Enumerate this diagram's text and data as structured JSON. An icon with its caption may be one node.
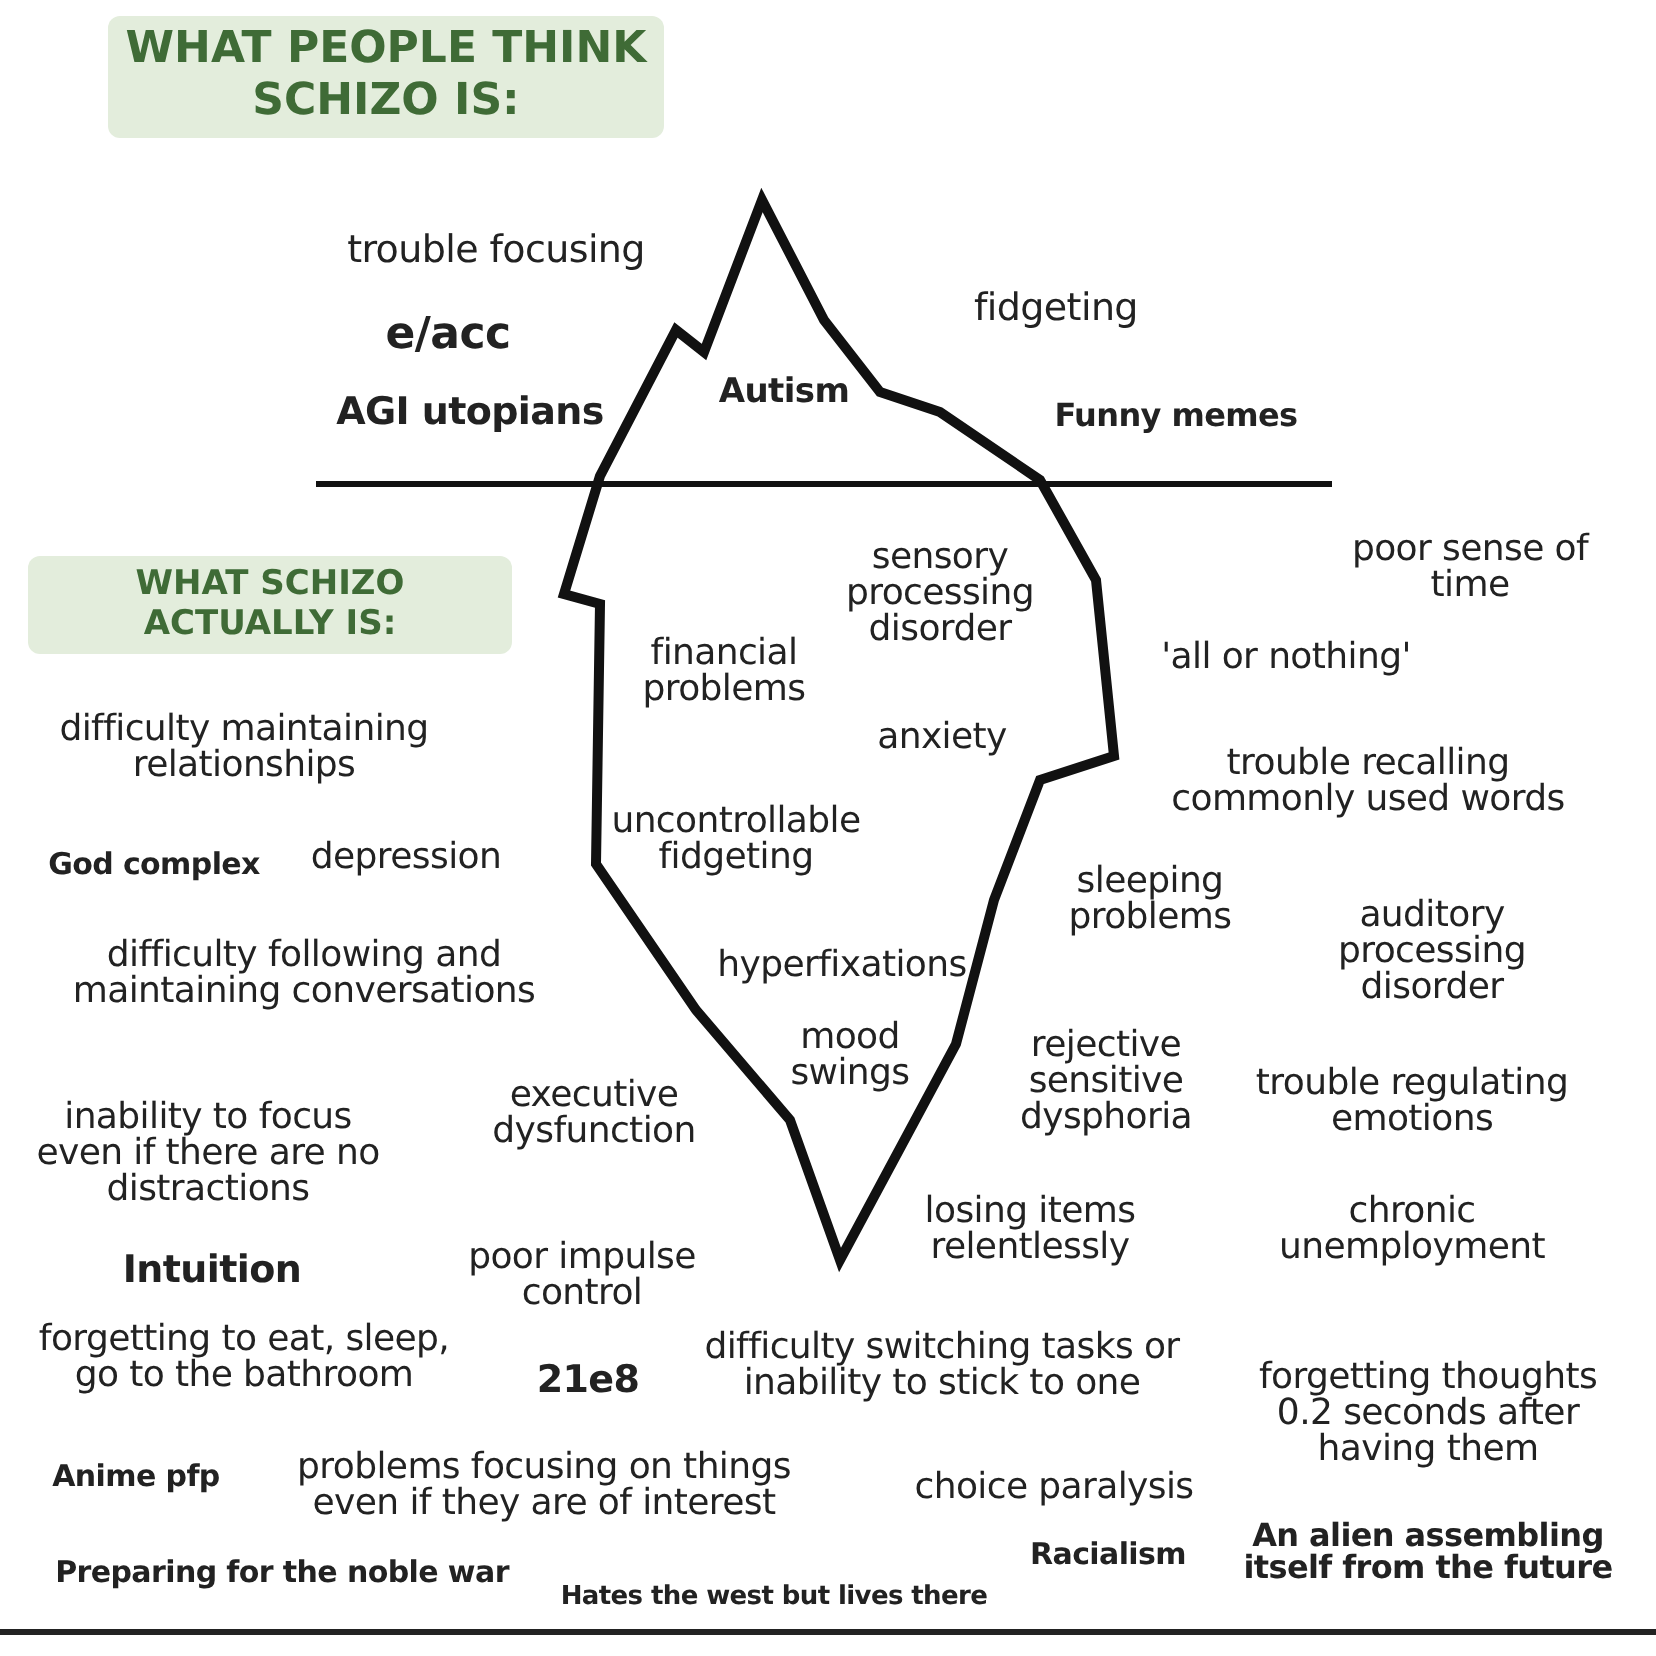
{
  "diagram": {
    "labels": [
      "WHAT PEOPLE THINK SCHIZO IS:",
      "trouble focusing",
      "fidgeting",
      "e/acc",
      "Autism",
      "AGI utopians",
      "Funny memes",
      "WHAT SCHIZO ACTUALLY IS:",
      "sensory processing disorder",
      "poor sense of time",
      "financial problems",
      "'all or nothing'",
      "difficulty maintaining relationships",
      "anxiety",
      "trouble recalling commonly used words",
      "uncontrollable fidgeting",
      "God complex",
      "depression",
      "difficulty following and maintaining conversations",
      "hyperfixations",
      "sleeping problems",
      "auditory processing disorder",
      "mood swings",
      "rejective sensitive dysphoria",
      "executive dysfunction",
      "trouble regulating emotions",
      "inability to focus even if there are no distractions",
      "losing items relentlessly",
      "chronic unemployment",
      "Intuition",
      "poor impulse control",
      "forgetting to eat, sleep, go to the bathroom",
      "difficulty switching tasks or inability to stick to one",
      "21e8",
      "forgetting thoughts 0.2 seconds after having them",
      "Anime pfp",
      "problems focusing on things even if they are of interest",
      "choice paralysis",
      "An alien assembling itself from the future",
      "Racialism",
      "Preparing for the noble war",
      "Hates the west but lives there"
    ]
  }
}
